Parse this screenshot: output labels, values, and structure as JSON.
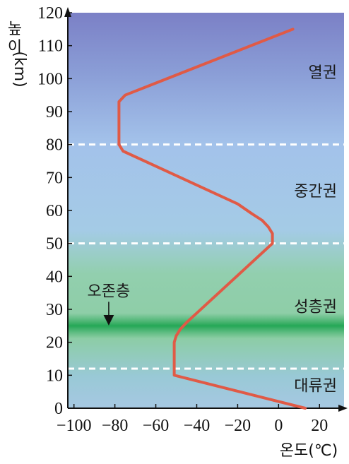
{
  "chart_data": {
    "type": "line",
    "title": "",
    "xlabel": "온도(℃)",
    "ylabel_chars": [
      "높",
      "이",
      "(km)"
    ],
    "xlim": [
      -103,
      32
    ],
    "ylim": [
      0,
      120
    ],
    "x_ticks": [
      -100,
      -80,
      -60,
      -40,
      -20,
      0,
      20
    ],
    "x_tick_labels": [
      "−100",
      "−80",
      "−60",
      "−40",
      "−20",
      "0",
      "20"
    ],
    "y_ticks": [
      0,
      10,
      20,
      30,
      40,
      50,
      60,
      70,
      80,
      90,
      100,
      110,
      120
    ],
    "series": [
      {
        "x": [
          13,
          -51,
          -51,
          -51,
          -50,
          -48,
          -45,
          -3,
          -3,
          -5,
          -8,
          -13,
          -20,
          -76,
          -77,
          -78,
          -78,
          -75,
          7
        ],
        "y": [
          0,
          10,
          11.5,
          20,
          22,
          24,
          26,
          50,
          53,
          55,
          57,
          59,
          62,
          78,
          79,
          80,
          93,
          95,
          115
        ]
      }
    ],
    "boundaries": [
      {
        "altitude": 12
      },
      {
        "altitude": 50
      },
      {
        "altitude": 80
      }
    ],
    "layers": [
      {
        "name": "대류권",
        "altitude": 7
      },
      {
        "name": "성층권",
        "altitude": 31
      },
      {
        "name": "중간권",
        "altitude": 66
      },
      {
        "name": "열권",
        "altitude": 102
      }
    ],
    "ozone": {
      "label": "오존층",
      "altitude": 25,
      "x": -83
    },
    "colors": {
      "line": "#e05a46",
      "ozone_band": "#2eaa5c",
      "boundary": "#ffffff",
      "bg_top": "#7b80c6",
      "bg_mid": "#a0c2e8",
      "bg_strat": "#8fcda8",
      "bg_bottom": "#9fc6df"
    }
  }
}
